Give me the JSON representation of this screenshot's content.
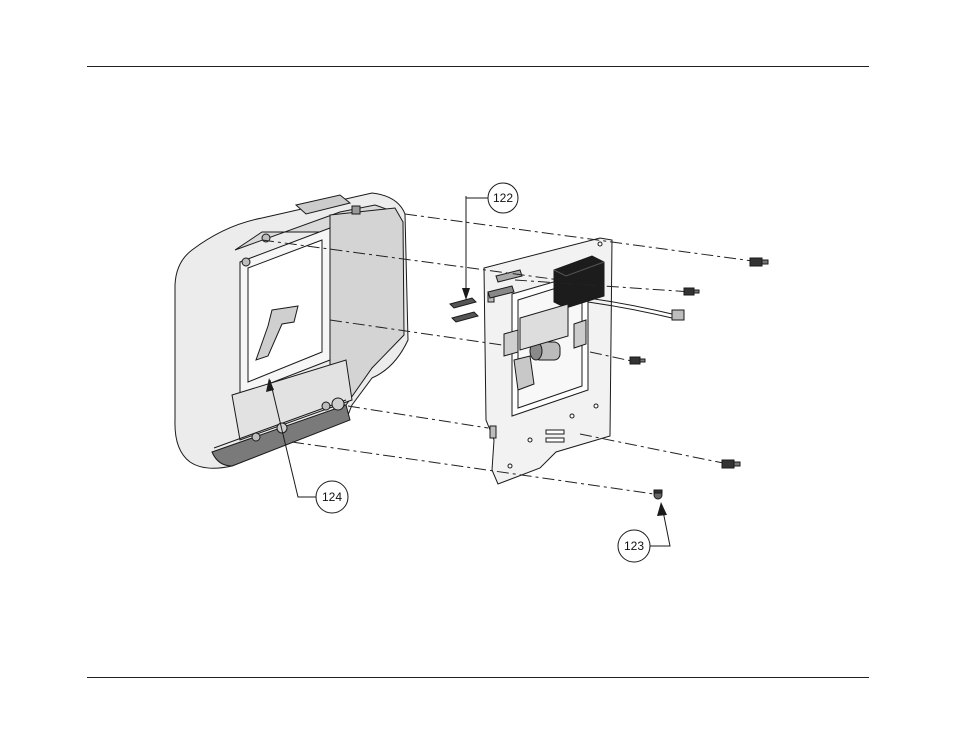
{
  "diagram": {
    "callouts": [
      {
        "id": "callout-122",
        "label": "122"
      },
      {
        "id": "callout-123",
        "label": "123"
      },
      {
        "id": "callout-124",
        "label": "124"
      }
    ]
  },
  "colors": {
    "line": "#1a1a1a",
    "shade_light": "#e6e6e6",
    "shade_mid": "#bdbdbd",
    "shade_dark": "#1c1c1c"
  }
}
